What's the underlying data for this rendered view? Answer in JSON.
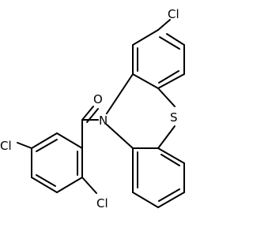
{
  "molecule": {
    "atoms": {
      "cl_top": "Cl",
      "oxygen": "O",
      "nitrogen": "N",
      "sulfur": "S",
      "cl_left": "Cl",
      "cl_bottom": "Cl"
    }
  },
  "colors": {
    "bond": "#000000",
    "label": "#000000",
    "background": "#ffffff"
  }
}
